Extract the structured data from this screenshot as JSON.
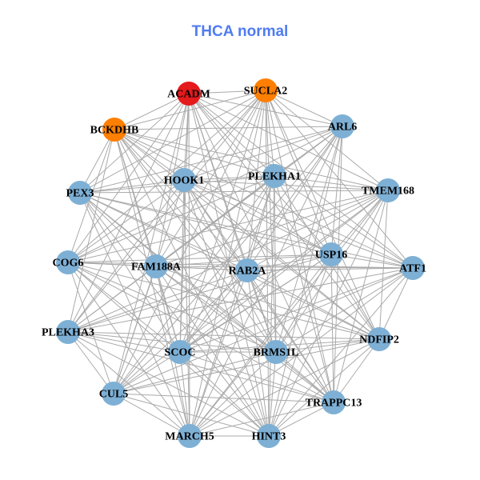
{
  "title": "THCA normal",
  "colors": {
    "highlight": "#e41a1c",
    "secondary": "#ff7f00",
    "default": "#7eb0d5",
    "edge": "#aaaaaa"
  },
  "nodes": [
    {
      "label": "ACADM",
      "group": "highlight"
    },
    {
      "label": "SUCLA2",
      "group": "secondary"
    },
    {
      "label": "BCKDHB",
      "group": "secondary"
    },
    {
      "label": "ARL6",
      "group": "default"
    },
    {
      "label": "HOOK1",
      "group": "default"
    },
    {
      "label": "PLEKHA1",
      "group": "default"
    },
    {
      "label": "PEX3",
      "group": "default"
    },
    {
      "label": "TMEM168",
      "group": "default"
    },
    {
      "label": "COG6",
      "group": "default"
    },
    {
      "label": "FAM188A",
      "group": "default"
    },
    {
      "label": "RAB2A",
      "group": "default"
    },
    {
      "label": "USP16",
      "group": "default"
    },
    {
      "label": "ATF1",
      "group": "default"
    },
    {
      "label": "PLEKHA3",
      "group": "default"
    },
    {
      "label": "SCOC",
      "group": "default"
    },
    {
      "label": "BRMS1L",
      "group": "default"
    },
    {
      "label": "NDFIP2",
      "group": "default"
    },
    {
      "label": "CUL5",
      "group": "default"
    },
    {
      "label": "TRAPPC13",
      "group": "default"
    },
    {
      "label": "MARCH5",
      "group": "default"
    },
    {
      "label": "HINT3",
      "group": "default"
    }
  ],
  "adjacency": [
    [
      1,
      2,
      3,
      4,
      5,
      6,
      7,
      8,
      9,
      10,
      11,
      12,
      13,
      14,
      15,
      16,
      17,
      18,
      19,
      20
    ],
    [
      2,
      3,
      4,
      5,
      6,
      7,
      8,
      9,
      10,
      11,
      12,
      13,
      14,
      15,
      16,
      17,
      18,
      19,
      20
    ],
    [
      3,
      4,
      5,
      6,
      7,
      8,
      9,
      10,
      11,
      12,
      13,
      14,
      15,
      16,
      18,
      19,
      20
    ],
    [
      4,
      5,
      6,
      8,
      9,
      10,
      11,
      13,
      14,
      15,
      17,
      18,
      19,
      20
    ],
    [
      5,
      6,
      7,
      8,
      10,
      11,
      12,
      13,
      14,
      15,
      16,
      17,
      18,
      19,
      20
    ],
    [
      6,
      7,
      8,
      9,
      10,
      12,
      13,
      14,
      15,
      16,
      17,
      18,
      19,
      20
    ],
    [
      7,
      9,
      10,
      11,
      12,
      14,
      15,
      16,
      18,
      19,
      20
    ],
    [
      8,
      9,
      10,
      11,
      13,
      14,
      15,
      16,
      17,
      18,
      19,
      20
    ],
    [
      9,
      10,
      11,
      12,
      14,
      15,
      16,
      17,
      18,
      19,
      20
    ],
    [
      10,
      11,
      12,
      14,
      15,
      16,
      17,
      18,
      19,
      20
    ],
    [
      11,
      12,
      13,
      14,
      15,
      16,
      17,
      18,
      19,
      20
    ],
    [
      12,
      13,
      14,
      15,
      16,
      17,
      18,
      19,
      20
    ],
    [
      13,
      14,
      15,
      16,
      17,
      19,
      20
    ],
    [
      14,
      15,
      16,
      17,
      18,
      19,
      20
    ],
    [
      15,
      16,
      18,
      19,
      20
    ],
    [
      16,
      17,
      18,
      19,
      20
    ],
    [
      17,
      18,
      19,
      20
    ],
    [
      18,
      19,
      20
    ],
    [
      19,
      20
    ],
    [
      20
    ],
    []
  ]
}
